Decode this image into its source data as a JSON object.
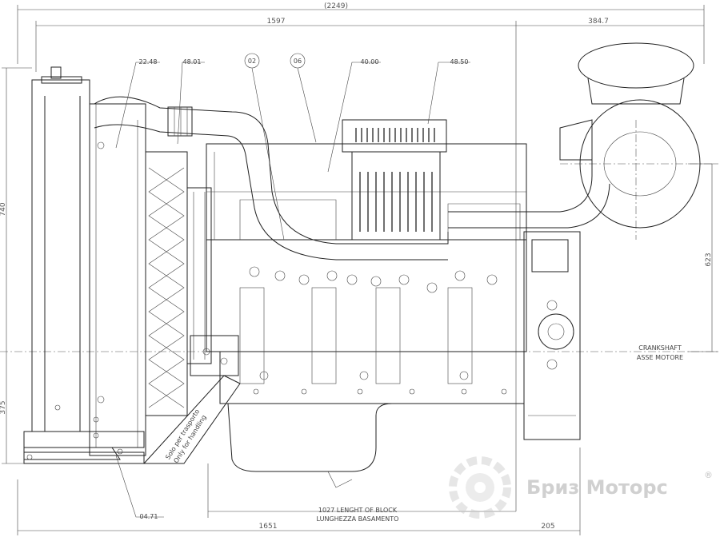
{
  "dimensions": {
    "overall_length": "(2249)",
    "top_left": "1597",
    "top_right": "384.7",
    "right_height": "623",
    "bottom_left": "1651",
    "bottom_right": "205",
    "block_length_en": "1027 LENGHT OF BLOCK",
    "block_length_it": "LUNGHEZZA BASAMENTO",
    "left_height_top": "740",
    "left_height_bottom": "375"
  },
  "callouts": {
    "c1": "22.48",
    "c2": "48.01",
    "c3": "02",
    "c4": "06",
    "c5": "40.00",
    "c6": "48.50",
    "c7": "04.71"
  },
  "crankshaft": {
    "en": "CRANKSHAFT",
    "it": "ASSE MOTORE"
  },
  "handling": {
    "line1": "Solo per trasporto",
    "line2": "Only for handling"
  },
  "watermark": {
    "text": "Бриз Моторс",
    "mark": "®"
  }
}
